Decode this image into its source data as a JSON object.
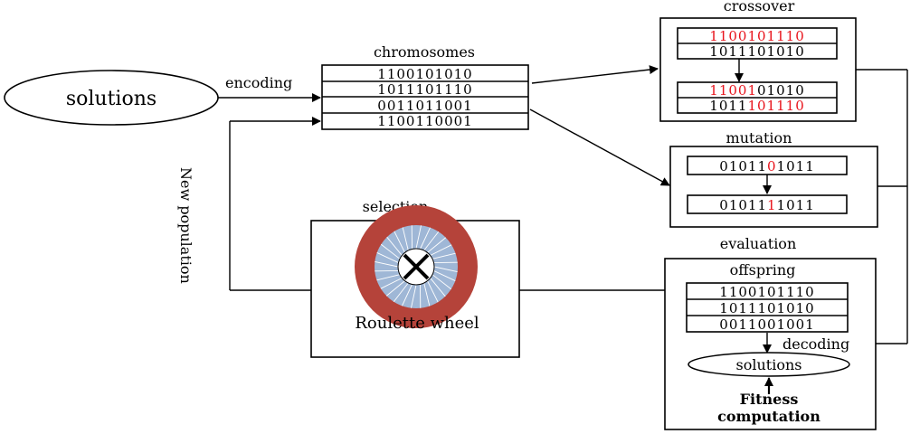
{
  "labels": {
    "solutions_main": "solutions",
    "encoding": "encoding",
    "chromosomes": "chromosomes",
    "crossover": "crossover",
    "mutation": "mutation",
    "selection": "selection",
    "roulette_wheel": "Roulette wheel",
    "new_population": "New population",
    "evaluation": "evaluation",
    "offspring": "offspring",
    "decoding": "decoding",
    "solutions_eval": "solutions",
    "fitness_line1": "Fitness",
    "fitness_line2": "computation"
  },
  "chromosomes": [
    "1100101010",
    "1011101110",
    "0011011001",
    "1100110001"
  ],
  "crossover": {
    "before": [
      "1100101110",
      "1011101010"
    ],
    "after": [
      "1100101010",
      "1011101110"
    ],
    "before_red": [
      [
        0,
        9
      ],
      [
        0,
        -1
      ]
    ],
    "after_red": [
      [
        0,
        4
      ],
      [
        4,
        9
      ]
    ]
  },
  "mutation": {
    "before": "0101101011",
    "after": "0101111011",
    "red_index": 5
  },
  "offspring": [
    "1100101110",
    "1011101010",
    "0011001001"
  ],
  "colors": {
    "highlight": "#e8141c",
    "wheel_outer": "#b5433a",
    "wheel_inner": "#9fb7d6",
    "wheel_hub": "#ffffff"
  }
}
